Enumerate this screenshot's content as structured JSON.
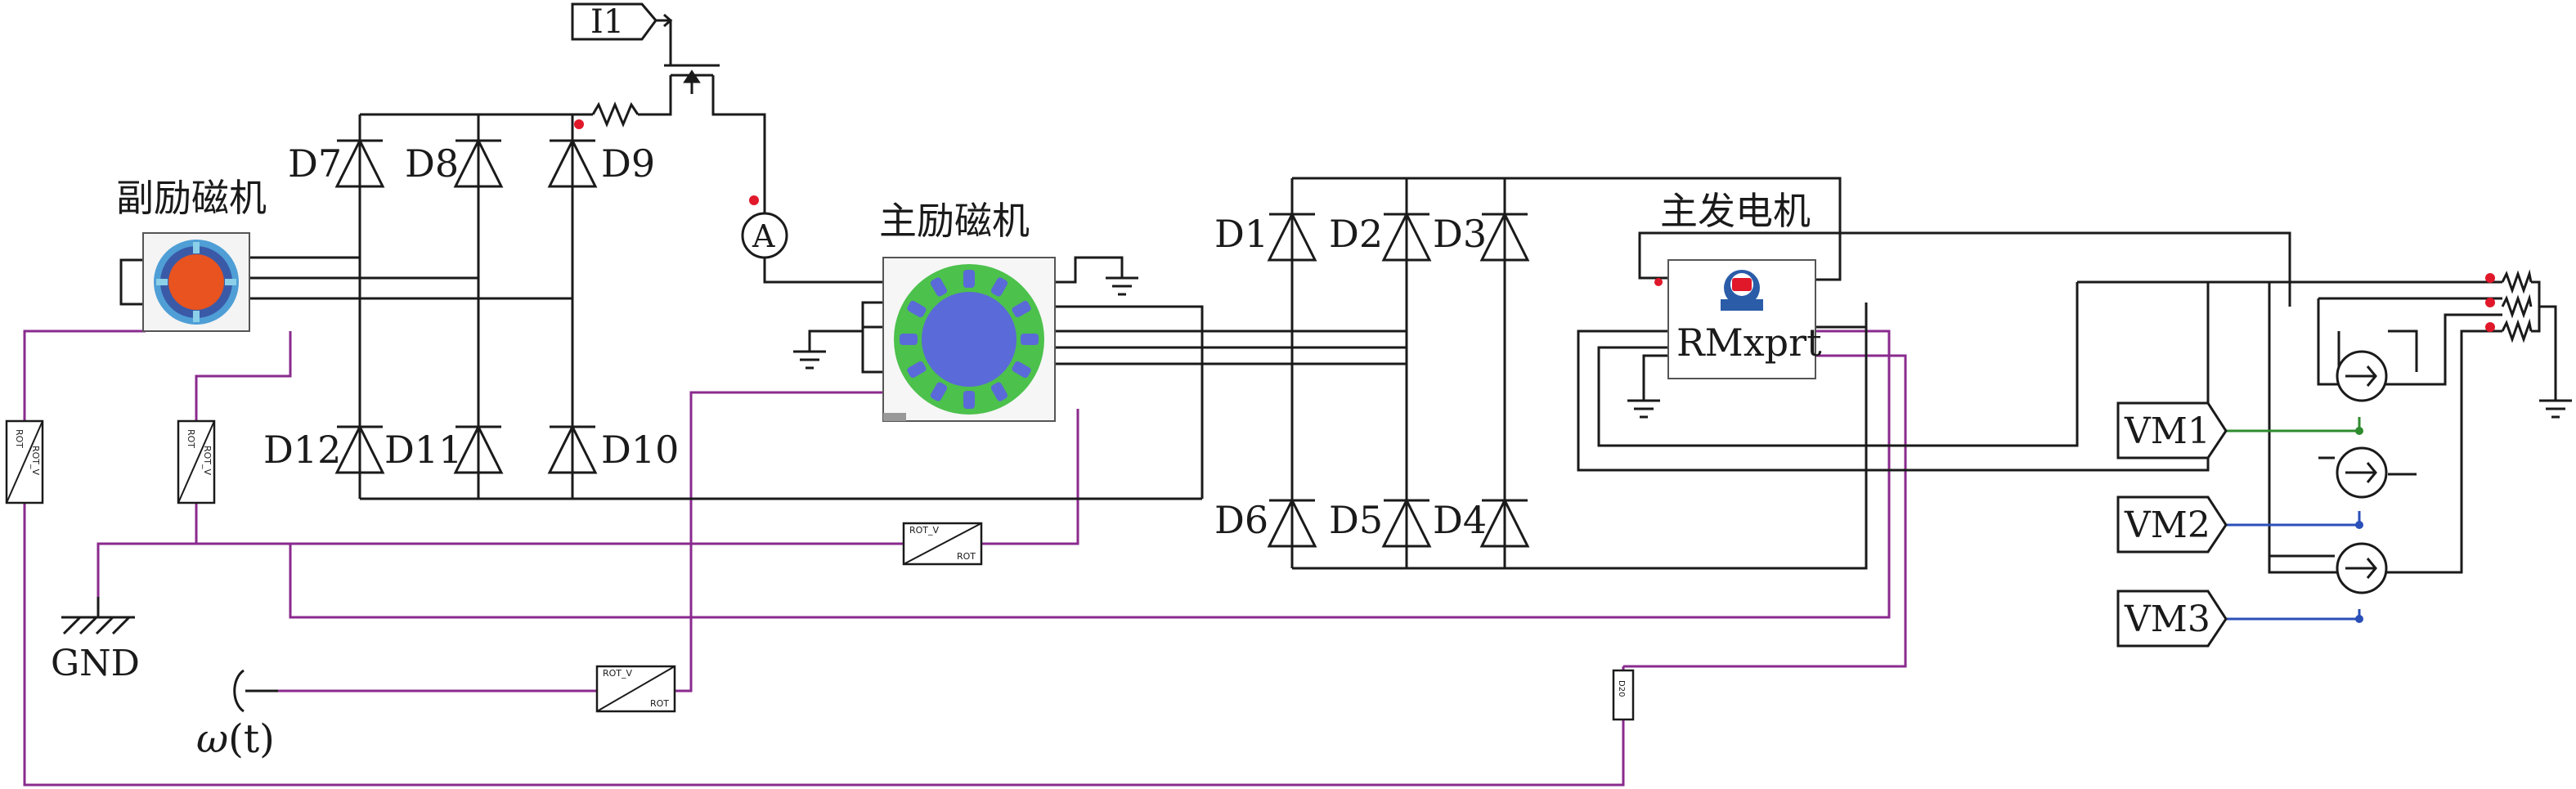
{
  "labels": {
    "aux_exciter": "副励磁机",
    "main_exciter": "主励磁机",
    "main_generator": "主发电机",
    "rmxprt": "RMxprt",
    "gnd": "GND",
    "omega_main": "ω",
    "omega_paren": "(t)",
    "i1": "I1",
    "ammeter": "A",
    "d1": "D1",
    "d2": "D2",
    "d3": "D3",
    "d4": "D4",
    "d5": "D5",
    "d6": "D6",
    "d7": "D7",
    "d8": "D8",
    "d9": "D9",
    "d10": "D10",
    "d11": "D11",
    "d12": "D12",
    "vm1": "VM1",
    "vm2": "VM2",
    "vm3": "VM3",
    "rot_top": "ROT",
    "rot_v": "ROT_V",
    "shaft": "D20"
  },
  "colors": {
    "wire": "#1a1a1a",
    "mechanical": "#8a2a8e",
    "vm1_link": "#2e8b2e",
    "vm_link": "#2a4fb8",
    "pin_dot": "#e0182a",
    "rotor_orange": "#e8531f",
    "stator_blue": "#4f9fd6",
    "exciter_green": "#4cc14c",
    "exciter_core": "#5a6ad8"
  }
}
